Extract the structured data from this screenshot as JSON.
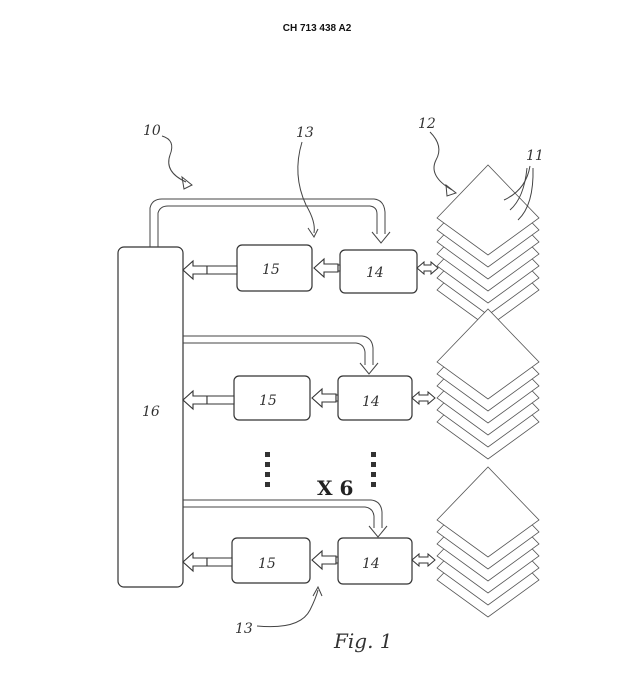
{
  "header": {
    "doc_number": "CH 713 438 A2"
  },
  "labels": {
    "system": "10",
    "stack_group": "12",
    "items": "11",
    "channel_top": "13",
    "channel_bottom": "13",
    "main_unit": "16",
    "unit_a": "15",
    "unit_b": "14",
    "multiplier": "X 6",
    "figure": "Fig. 1"
  }
}
